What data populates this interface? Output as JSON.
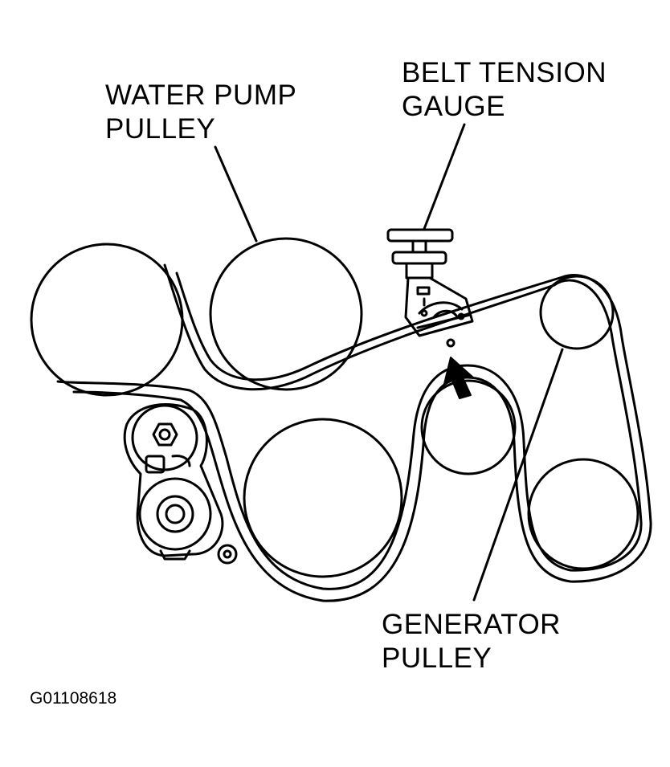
{
  "labels": {
    "water_pump_pulley": {
      "line1": "WATER PUMP",
      "line2": "PULLEY"
    },
    "belt_tension_gauge": {
      "line1": "BELT TENSION",
      "line2": "GAUGE"
    },
    "generator_pulley": {
      "line1": "GENERATOR",
      "line2": "PULLEY"
    }
  },
  "figure_id": "G01108618",
  "colors": {
    "ink": "#000000",
    "paper": "#ffffff"
  }
}
